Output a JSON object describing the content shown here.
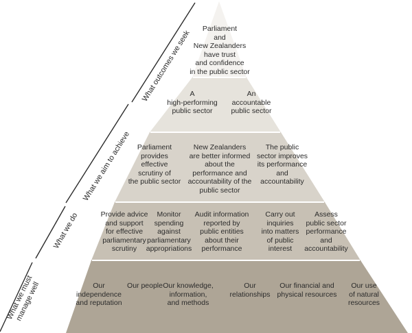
{
  "pyramid": {
    "colors": {
      "tier1": "#f4f2ef",
      "tier2": "#e6e3dc",
      "tier3": "#d8d3ca",
      "tier4": "#c7c0b4",
      "tier5": "#aea596",
      "separator": "#ffffff",
      "axis": "#2b2b2b"
    },
    "side_labels": {
      "outcomes": "What outcomes we seek",
      "aims": "What we aim to achieve",
      "do": "What we do",
      "manage": "What we must\nmanage well"
    },
    "tiers": {
      "outcomes": {
        "items": [
          "Parliament\nand\nNew Zealanders\nhave trust\nand confidence\nin the public sector"
        ]
      },
      "aims": {
        "items": [
          "A\nhigh-performing\npublic sector",
          "An\naccountable\npublic sector"
        ]
      },
      "achieve": {
        "items": [
          "Parliament\nprovides\neffective\nscrutiny of\nthe public sector",
          "New Zealanders\nare better informed\nabout the\nperformance and\naccountability of the\npublic sector",
          "The public\nsector improves\nits performance\nand\naccountability"
        ]
      },
      "do": {
        "items": [
          "Provide advice\nand support\nfor effective\nparliamentary\nscrutiny",
          "Monitor\nspending\nagainst\nparliamentary\nappropriations",
          "Audit information\nreported by\npublic entities\nabout their\nperformance",
          "Carry out\ninquiries\ninto matters\nof public\ninterest",
          "Assess\npublic sector\nperformance\nand\naccountability"
        ]
      },
      "manage": {
        "items": [
          "Our\nindependence\nand reputation",
          "Our people",
          "Our knowledge,\ninformation,\nand methods",
          "Our\nrelationships",
          "Our financial and\nphysical resources",
          "Our use\nof natural\nresources"
        ]
      }
    }
  }
}
